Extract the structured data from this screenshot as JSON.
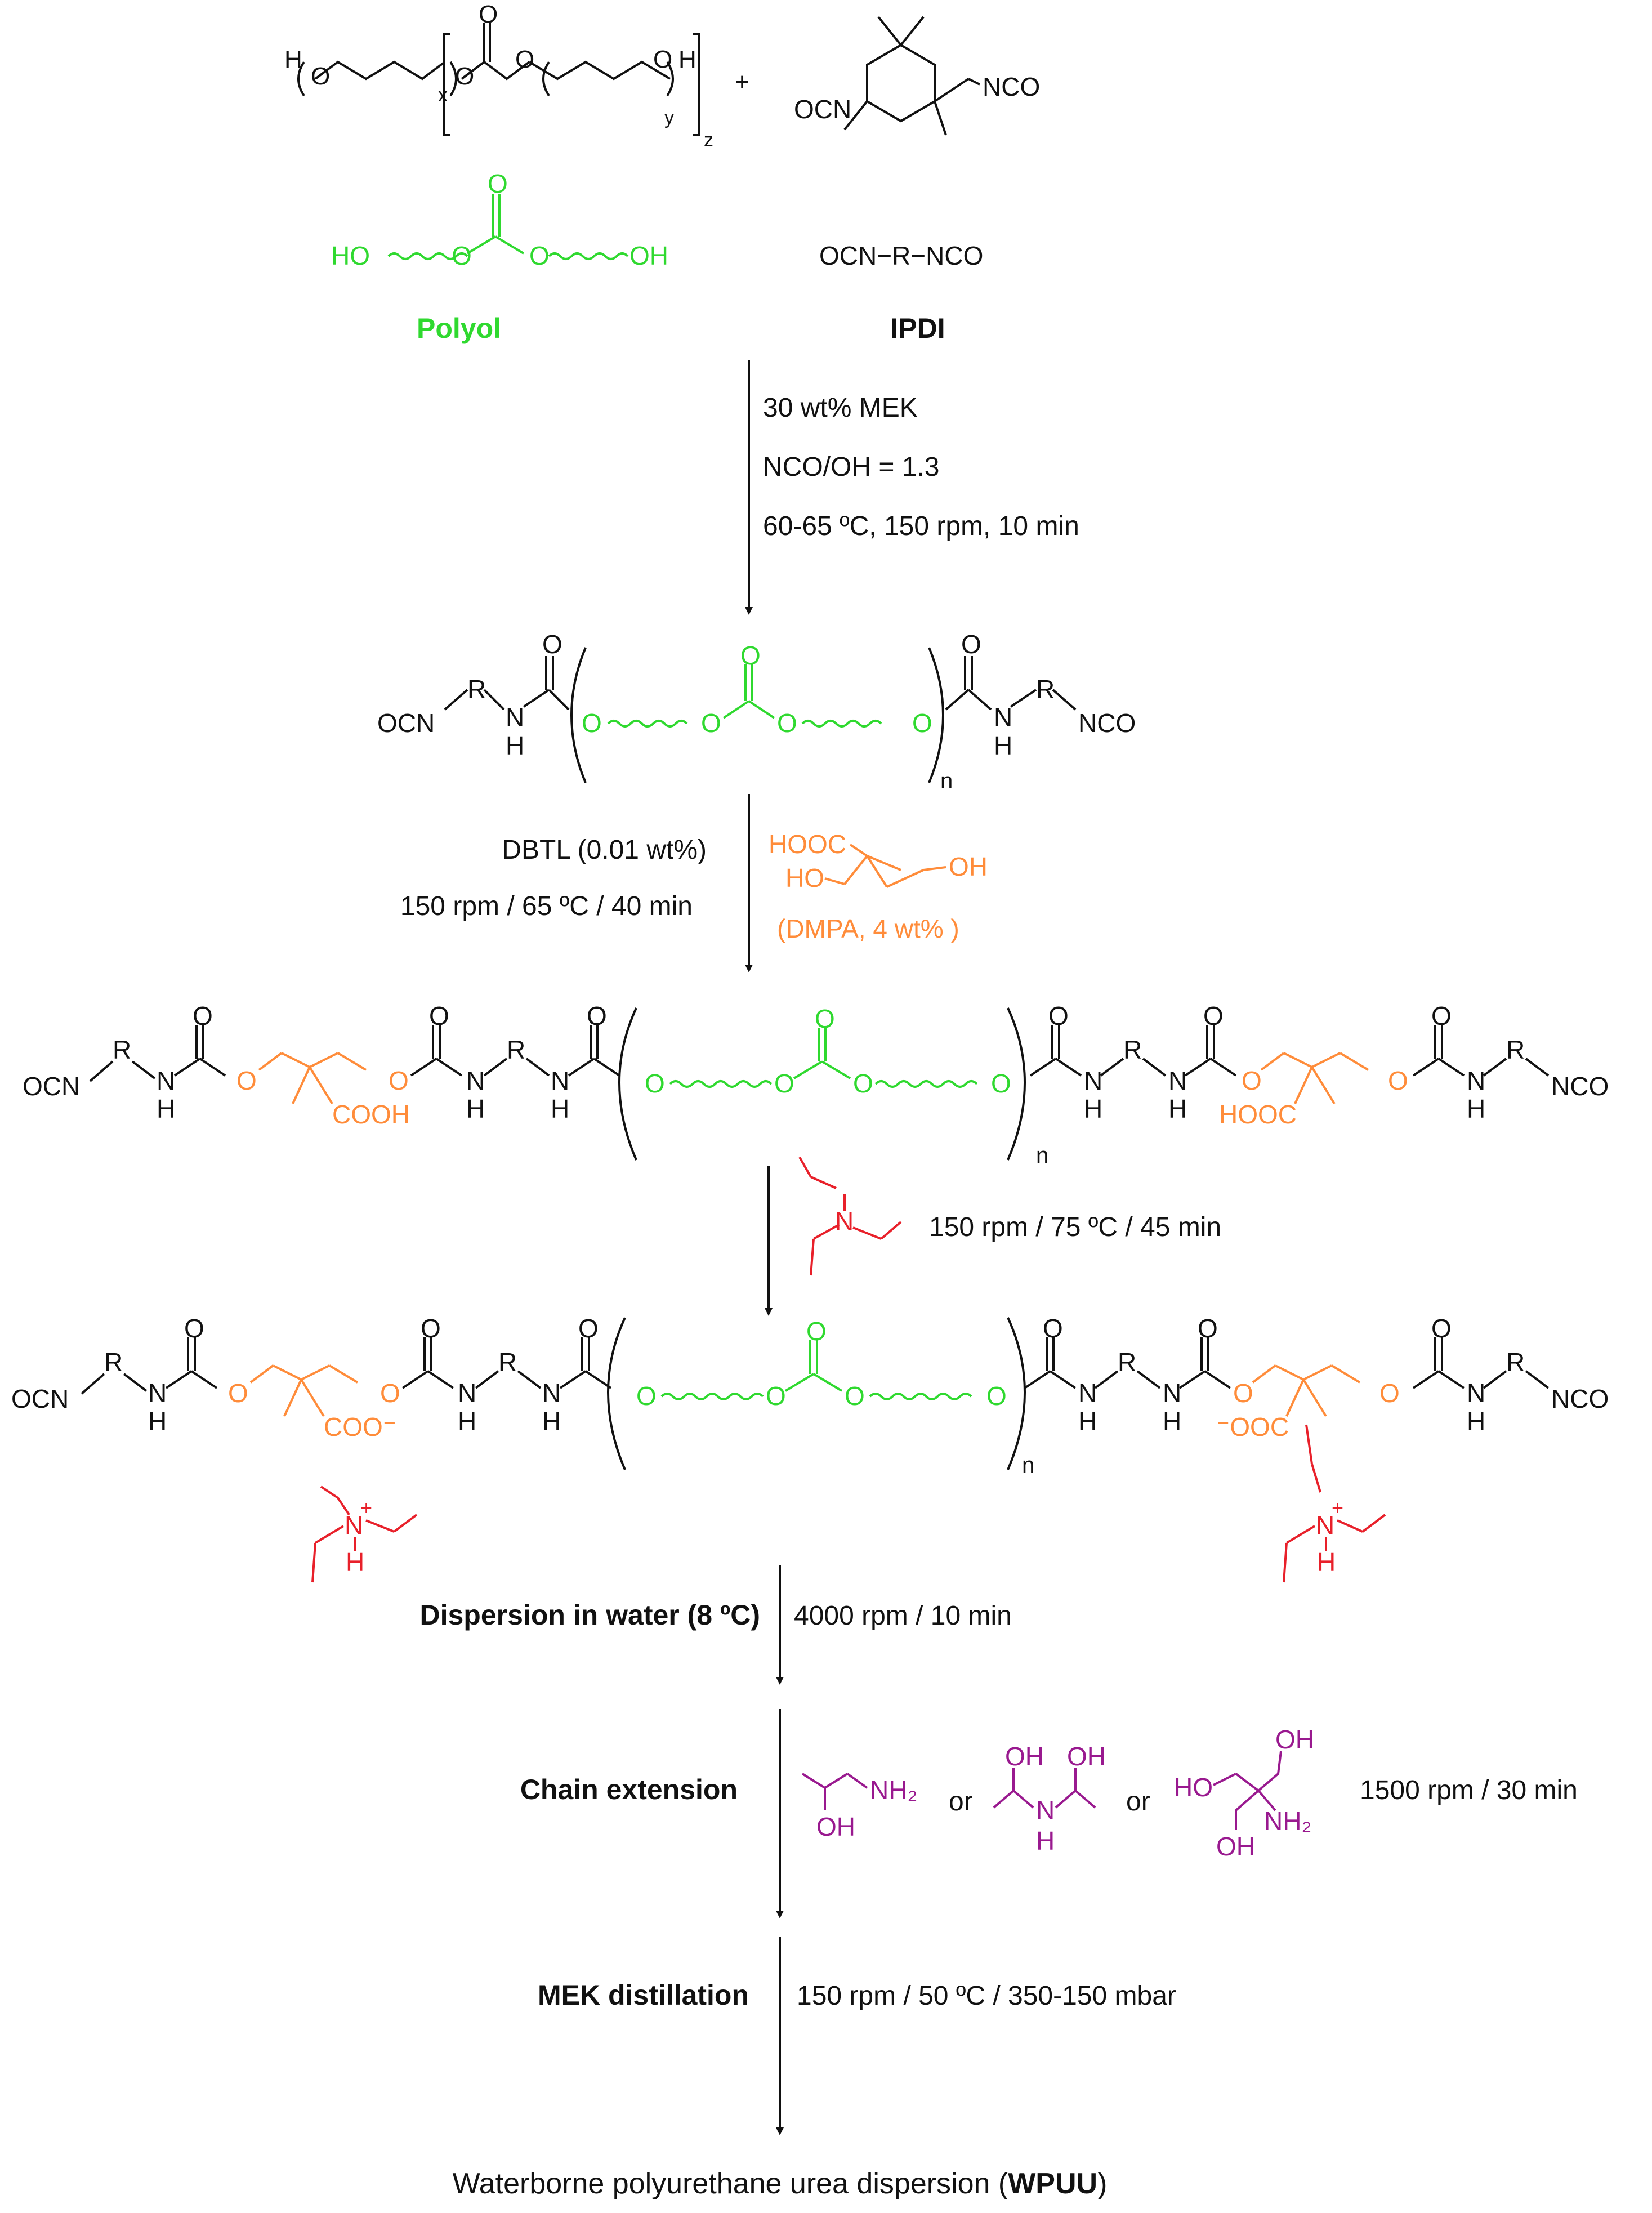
{
  "colors": {
    "black": "#111111",
    "polyol_green": "#2fd92f",
    "dmpa_orange": "#ff8c3a",
    "tea_red": "#e8202a",
    "extender_purple": "#99198f"
  },
  "reactants": {
    "plus": "+",
    "polyol_ho": "HO",
    "polyol_oh": "OH",
    "polyol_label": "Polyol",
    "ipdi_line": "OCN−R−NCO",
    "ipdi_label": "IPDI",
    "top_h_left": "H",
    "top_h_right": "H",
    "top_x": "x",
    "top_y": "y",
    "top_z": "z",
    "ipdi_ocn": "OCN",
    "ipdi_nco": "NCO",
    "o": "O"
  },
  "step1": {
    "line1": "30 wt% MEK",
    "line2": "NCO/OH = 1.3",
    "line3": "60-65 ºC, 150 rpm, 10 min"
  },
  "prepolymer": {
    "ocn": "OCN",
    "nco": "NCO",
    "r": "R",
    "n": "N",
    "h": "H",
    "o": "O",
    "sub_n": "n"
  },
  "step2": {
    "catalyst": "DBTL (0.01 wt%)",
    "conditions": "150 rpm / 65 ºC / 40 min",
    "dmpa_hooc": "HOOC",
    "dmpa_ho": "HO",
    "dmpa_oh": "OH",
    "dmpa_label": "(DMPA, 4 wt% )"
  },
  "dmpa_chain": {
    "cooh": "COOH",
    "hooc": "HOOC"
  },
  "step3": {
    "tea_n": "N",
    "conditions": "150 rpm / 75 ºC /  45 min"
  },
  "neutralized": {
    "coo_minus": "COO⁻",
    "minus_ooc": "⁻OOC",
    "n_plus": "N",
    "plus": "+",
    "h": "H"
  },
  "step4": {
    "label": "Dispersion in water (8 ºC)",
    "conditions": "4000 rpm / 10 min"
  },
  "step5": {
    "label": "Chain extension",
    "nh2": "NH₂",
    "oh": "OH",
    "or1": "or",
    "or2": "or",
    "n": "N",
    "h": "H",
    "ho": "HO",
    "conditions": "1500 rpm / 30 min"
  },
  "step6": {
    "label": "MEK distillation",
    "conditions": "150 rpm / 50 ºC /  350-150 mbar"
  },
  "product": {
    "text_start": "Waterborne polyurethane urea dispersion (",
    "text_bold": "WPUU",
    "text_end": ")"
  }
}
